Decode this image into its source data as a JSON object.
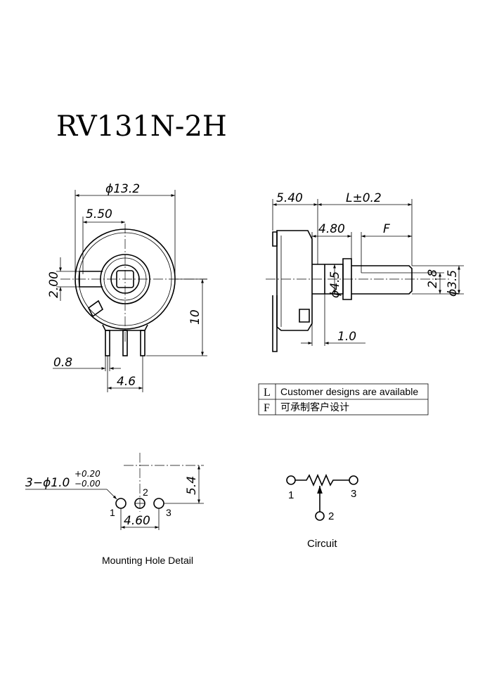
{
  "title": "RV131N-2H",
  "front_view": {
    "dim_diameter": "ϕ13.2",
    "dim_center_offset": "5.50",
    "dim_tab_height": "2.00",
    "dim_height": "10",
    "dim_pin_width": "0.8",
    "dim_pin_pitch": "4.6"
  },
  "side_view": {
    "dim_body_depth": "5.40",
    "dim_shaft_length": "L±0.2",
    "dim_bushing": "4.80",
    "dim_flat": "F",
    "dim_bushing_dia": "ϕ4.5",
    "dim_flat_width": "2.8",
    "dim_shaft_dia": "ϕ3.5",
    "dim_thickness": "1.0"
  },
  "legend_table": [
    {
      "key": "L",
      "text": "Customer designs are available"
    },
    {
      "key": "F",
      "text": "可承制客户设计"
    }
  ],
  "mounting": {
    "holes_label": "3−ϕ1.0",
    "tol_upper": "+0.20",
    "tol_lower": "−0.00",
    "dim_row_offset": "5.4",
    "dim_pitch": "4.60",
    "pin1": "1",
    "pin2": "2",
    "pin3": "3",
    "caption": "Mounting Hole Detail"
  },
  "circuit": {
    "pin1": "1",
    "pin2": "2",
    "pin3": "3",
    "caption": "Circuit"
  }
}
